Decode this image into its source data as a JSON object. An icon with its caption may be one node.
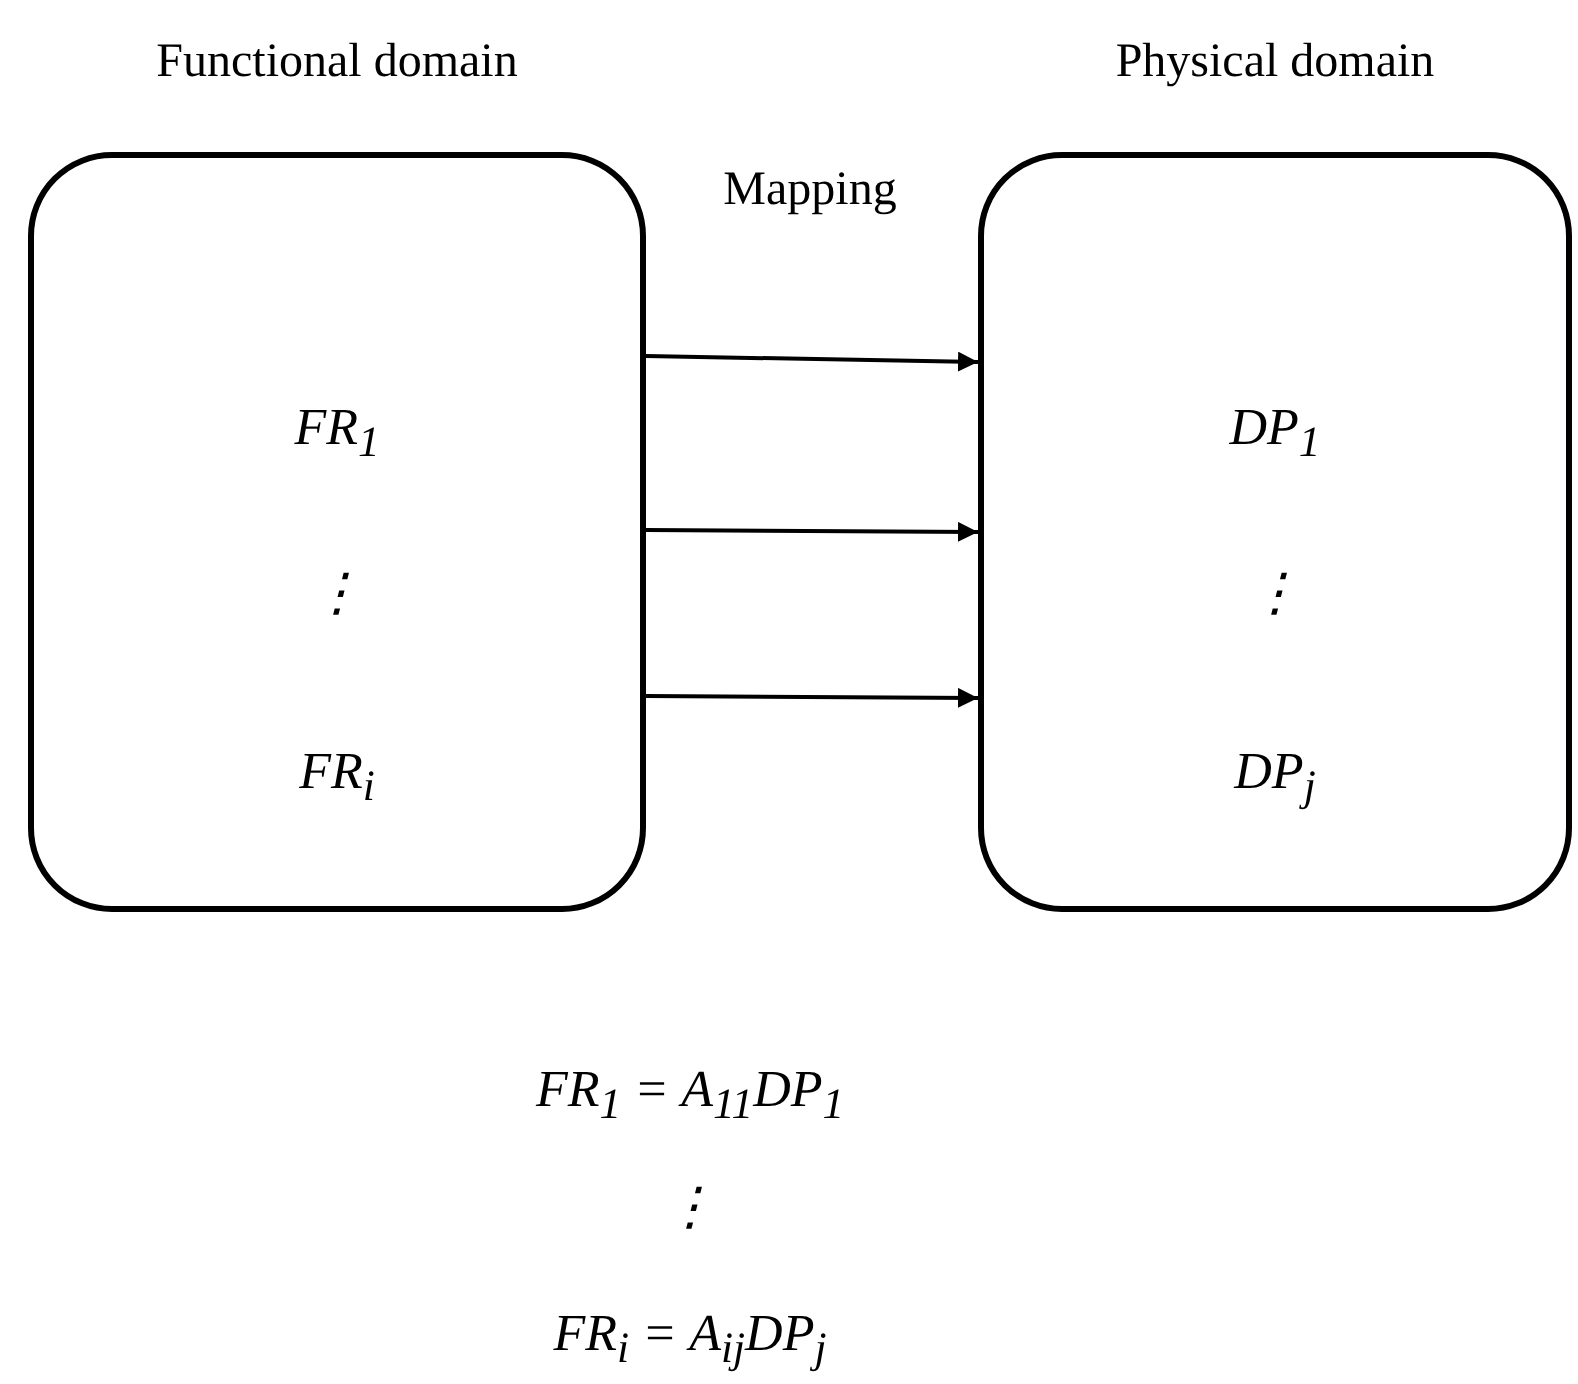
{
  "diagram": {
    "nodes": [
      {
        "text": [
          "Functional domain",
          "FR$_{1}$",
          "⋮",
          "FR$_{i}$"
        ]
      },
      {
        "text": [
          "Physical domain",
          "DP$_{1}$",
          "⋮",
          "DP$_{j}$"
        ]
      }
    ],
    "edges": [
      {
        "from": 0,
        "to": 1,
        "arrow": "to"
      },
      {
        "from": 0,
        "to": 1,
        "arrow": "to"
      },
      {
        "from": 0,
        "to": 1,
        "arrow": "to"
      }
    ],
    "labels": [
      "Mapping",
      "FR$_{1}$ = A$_{11}$DP$_{1}$",
      "⋮",
      "FR$_{i}$ = A$_{ij}$DP$_{j}$"
    ]
  }
}
